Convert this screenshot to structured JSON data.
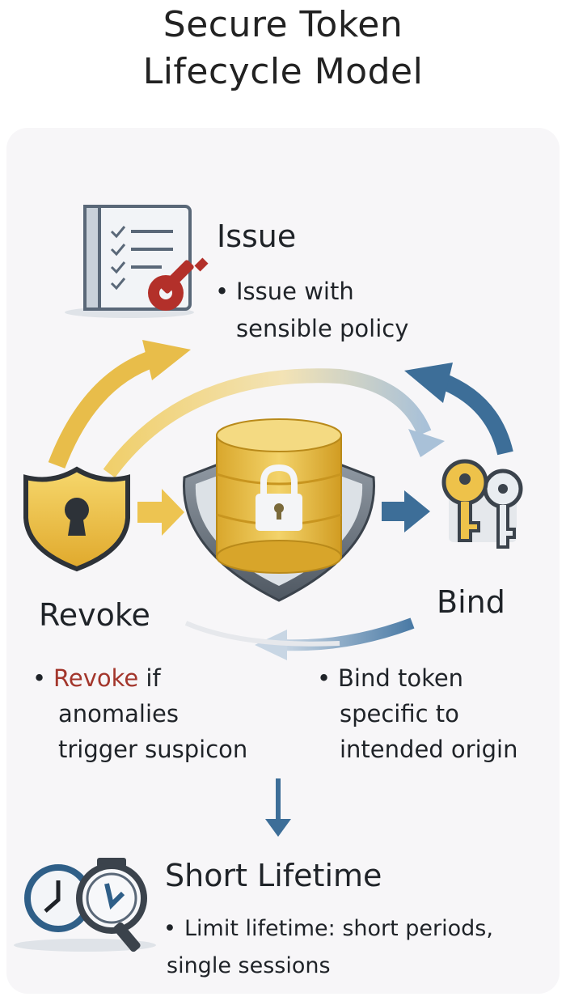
{
  "title": {
    "line1": "Secure Token",
    "line2": "Lifecycle Model"
  },
  "steps": {
    "issue": {
      "heading": "Issue",
      "bullet_l1": "Issue with",
      "bullet_l2": "sensible policy"
    },
    "bind": {
      "heading": "Bind",
      "bullet_l1": "Bind token",
      "bullet_l2": "specific to",
      "bullet_l3": "intended origin"
    },
    "revoke": {
      "heading": "Revoke",
      "bullet_keyword": "Revoke",
      "bullet_l1_rest": " if",
      "bullet_l2": "anomalies",
      "bullet_l3": "trigger suspicon"
    },
    "short_lifetime": {
      "heading": "Short Lifetime",
      "bullet_l1": "Limit lifetime: short periods,",
      "bullet_l2": "single sessions"
    }
  },
  "icons": {
    "issue": "checklist-document-with-key-icon",
    "center": "database-lock-shield-icon",
    "revoke": "keyhole-shield-icon",
    "bind": "keys-icon",
    "short_lifetime": "clock-stopwatch-magnifier-icon"
  },
  "colors": {
    "gold": "#e8b83a",
    "blue": "#3d6e98",
    "red": "#b3302a",
    "dark": "#1f2328"
  }
}
